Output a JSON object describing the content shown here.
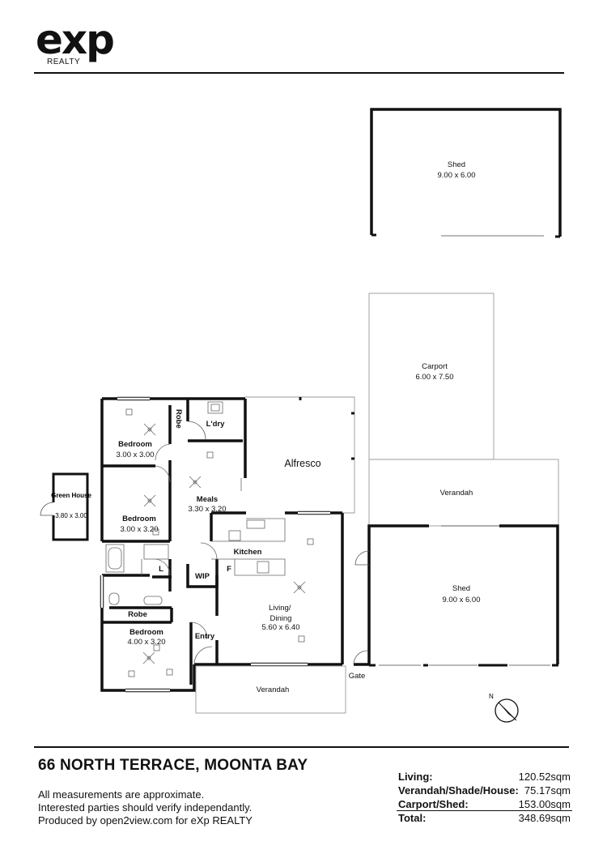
{
  "brand": {
    "logo_text": "exp",
    "logo_sub": "REALTY"
  },
  "plan": {
    "rooms": [
      {
        "id": "shed-top",
        "name": "Shed",
        "size": "9.00 x 6.00"
      },
      {
        "id": "carport",
        "name": "Carport",
        "size": "6.00 x 7.50"
      },
      {
        "id": "verandah-right",
        "name": "Verandah",
        "size": ""
      },
      {
        "id": "shed-right",
        "name": "Shed",
        "size": "9.00 x 6.00"
      },
      {
        "id": "alfresco",
        "name": "Alfresco",
        "size": ""
      },
      {
        "id": "laundry",
        "name": "L'dry",
        "size": ""
      },
      {
        "id": "robe-top",
        "name": "Robe",
        "size": ""
      },
      {
        "id": "bedroom-1",
        "name": "Bedroom",
        "size": "3.00 x 3.00"
      },
      {
        "id": "bedroom-2",
        "name": "Bedroom",
        "size": "3.00 x 3.20"
      },
      {
        "id": "meals",
        "name": "Meals",
        "size": "3.30 x 3.20"
      },
      {
        "id": "kitchen",
        "name": "Kitchen",
        "size": ""
      },
      {
        "id": "wip",
        "name": "WIP",
        "size": ""
      },
      {
        "id": "fridge",
        "name": "F",
        "size": ""
      },
      {
        "id": "linen",
        "name": "L",
        "size": ""
      },
      {
        "id": "living",
        "name": "Living/ Dining",
        "size": "5.60 x 6.40"
      },
      {
        "id": "robe-bottom",
        "name": "Robe",
        "size": ""
      },
      {
        "id": "bedroom-3",
        "name": "Bedroom",
        "size": "4.00 x 3.20"
      },
      {
        "id": "entry",
        "name": "Entry",
        "size": ""
      },
      {
        "id": "verandah-front",
        "name": "Verandah",
        "size": ""
      },
      {
        "id": "gate",
        "name": "Gate",
        "size": ""
      },
      {
        "id": "green-house",
        "name": "Green House",
        "size": "3.80 x 3.00"
      }
    ],
    "compass_label": "N"
  },
  "footer": {
    "address": "66 NORTH TERRACE, MOONTA BAY",
    "notes": [
      "All measurements are approximate.",
      "Interested parties should verify independantly.",
      "Produced by open2view.com for eXp REALTY"
    ],
    "areas": [
      {
        "label": "Living:",
        "value": "120.52sqm"
      },
      {
        "label": "Verandah/Shade/House:",
        "value": "75.17sqm"
      },
      {
        "label": "Carport/Shed:",
        "value": "153.00sqm"
      },
      {
        "label": "Total:",
        "value": "348.69sqm"
      }
    ]
  }
}
